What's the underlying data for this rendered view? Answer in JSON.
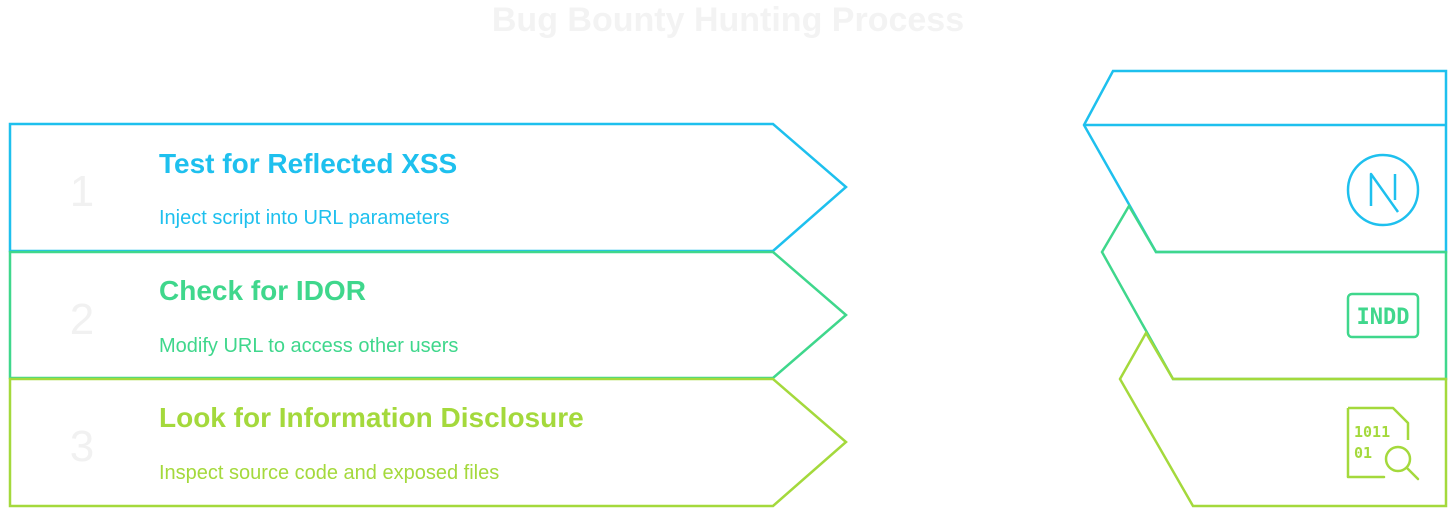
{
  "title": "Bug Bounty Hunting Process",
  "colors": {
    "step1": "#1ec0ee",
    "step2": "#3fd78c",
    "step3": "#a4d93c",
    "number": "#f1f1f1"
  },
  "steps": [
    {
      "number": "1",
      "title": "Test for Reflected XSS",
      "description": "Inject script into URL parameters",
      "icon": "nextjs-icon"
    },
    {
      "number": "2",
      "title": "Check for IDOR",
      "description": "Modify URL to access other users",
      "icon": "indd-file-icon",
      "icon_text": "INDD"
    },
    {
      "number": "3",
      "title": "Look for Information Disclosure",
      "description": "Inspect source code and exposed files",
      "icon": "binary-file-search-icon",
      "icon_text_top": "1011",
      "icon_text_bottom": "01"
    }
  ]
}
